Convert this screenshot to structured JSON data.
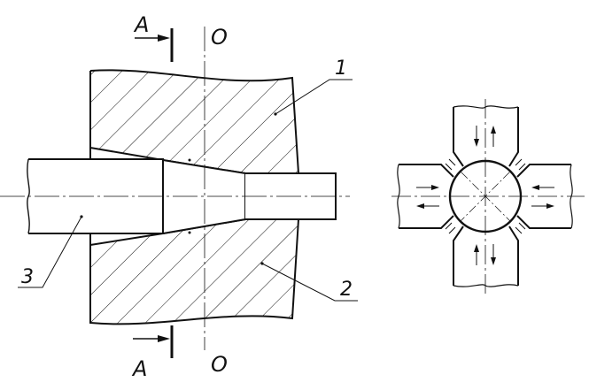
{
  "labels": {
    "section_top": "A",
    "section_bottom": "A",
    "axis_top": "O",
    "axis_bottom": "O",
    "part1": "1",
    "part2": "2",
    "part3": "3"
  },
  "colors": {
    "ink": "#111111",
    "background": "#ffffff"
  }
}
